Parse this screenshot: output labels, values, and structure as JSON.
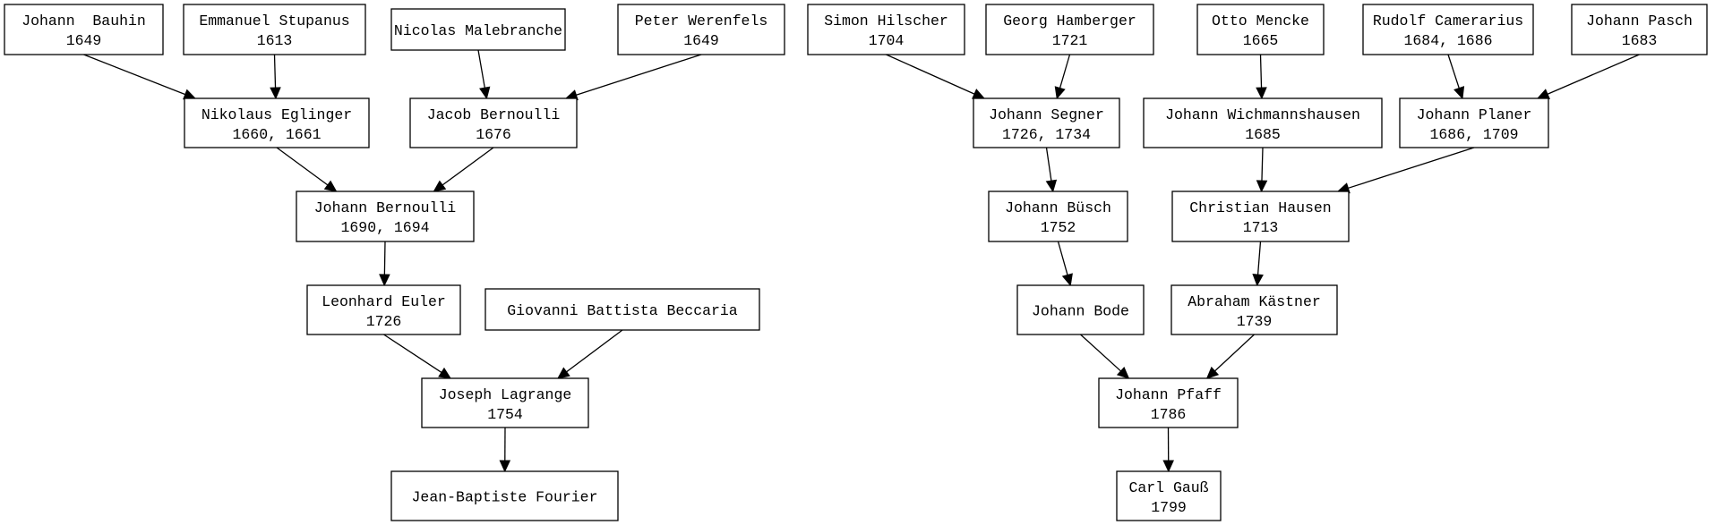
{
  "diagram": {
    "type": "genealogy-tree",
    "nodes": [
      {
        "id": "bauhin",
        "name": "Johann  Bauhin",
        "years": "1649"
      },
      {
        "id": "stupanus",
        "name": "Emmanuel Stupanus",
        "years": "1613"
      },
      {
        "id": "malebranche",
        "name": "Nicolas Malebranche",
        "years": ""
      },
      {
        "id": "werenfels",
        "name": "Peter Werenfels",
        "years": "1649"
      },
      {
        "id": "eglinger",
        "name": "Nikolaus Eglinger",
        "years": "1660, 1661"
      },
      {
        "id": "jacob",
        "name": "Jacob Bernoulli",
        "years": "1676"
      },
      {
        "id": "johannb",
        "name": "Johann Bernoulli",
        "years": "1690, 1694"
      },
      {
        "id": "euler",
        "name": "Leonhard Euler",
        "years": "1726"
      },
      {
        "id": "beccaria",
        "name": "Giovanni Battista Beccaria",
        "years": ""
      },
      {
        "id": "lagrange",
        "name": "Joseph Lagrange",
        "years": "1754"
      },
      {
        "id": "fourier",
        "name": "Jean-Baptiste Fourier",
        "years": ""
      },
      {
        "id": "hilscher",
        "name": "Simon Hilscher",
        "years": "1704"
      },
      {
        "id": "hamberger",
        "name": "Georg Hamberger",
        "years": "1721"
      },
      {
        "id": "mencke",
        "name": "Otto Mencke",
        "years": "1665"
      },
      {
        "id": "camerarius",
        "name": "Rudolf Camerarius",
        "years": "1684, 1686"
      },
      {
        "id": "pasch",
        "name": "Johann Pasch",
        "years": "1683"
      },
      {
        "id": "segner",
        "name": "Johann Segner",
        "years": "1726, 1734"
      },
      {
        "id": "wichmann",
        "name": "Johann Wichmannshausen",
        "years": "1685"
      },
      {
        "id": "planer",
        "name": "Johann Planer",
        "years": "1686, 1709"
      },
      {
        "id": "busch",
        "name": "Johann Büsch",
        "years": "1752"
      },
      {
        "id": "hausen",
        "name": "Christian Hausen",
        "years": "1713"
      },
      {
        "id": "bode",
        "name": "Johann Bode",
        "years": ""
      },
      {
        "id": "kastner",
        "name": "Abraham Kästner",
        "years": "1739"
      },
      {
        "id": "pfaff",
        "name": "Johann Pfaff",
        "years": "1786"
      },
      {
        "id": "gauss",
        "name": "Carl Gauß",
        "years": "1799"
      }
    ],
    "edges": [
      [
        "bauhin",
        "eglinger"
      ],
      [
        "stupanus",
        "eglinger"
      ],
      [
        "malebranche",
        "jacob"
      ],
      [
        "werenfels",
        "jacob"
      ],
      [
        "eglinger",
        "johannb"
      ],
      [
        "jacob",
        "johannb"
      ],
      [
        "johannb",
        "euler"
      ],
      [
        "euler",
        "lagrange"
      ],
      [
        "beccaria",
        "lagrange"
      ],
      [
        "lagrange",
        "fourier"
      ],
      [
        "hilscher",
        "segner"
      ],
      [
        "hamberger",
        "segner"
      ],
      [
        "mencke",
        "wichmann"
      ],
      [
        "camerarius",
        "planer"
      ],
      [
        "pasch",
        "planer"
      ],
      [
        "segner",
        "busch"
      ],
      [
        "wichmann",
        "hausen"
      ],
      [
        "planer",
        "hausen"
      ],
      [
        "busch",
        "bode"
      ],
      [
        "hausen",
        "kastner"
      ],
      [
        "bode",
        "pfaff"
      ],
      [
        "kastner",
        "pfaff"
      ],
      [
        "pfaff",
        "gauss"
      ]
    ]
  }
}
